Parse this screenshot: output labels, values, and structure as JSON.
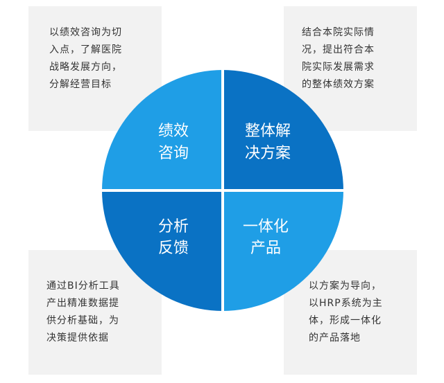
{
  "colors": {
    "card_bg": "#f2f2f2",
    "quadrant_light": "#1f9ee6",
    "quadrant_dark": "#0a72c4",
    "divider": "#ffffff",
    "text_dark": "#333333",
    "text_light": "#ffffff"
  },
  "quadrants": {
    "top_left": {
      "line1": "绩效",
      "line2": "咨询"
    },
    "top_right": {
      "line1": "整体解",
      "line2": "决方案"
    },
    "bottom_left": {
      "line1": "分析",
      "line2": "反馈"
    },
    "bottom_right": {
      "line1": "一体化",
      "line2": "产品"
    }
  },
  "cards": {
    "top_left": "以绩效咨询为切\n入点，了解医院\n战略发展方向，\n分解经营目标",
    "top_right": "结合本院实际情\n况，提出符合本\n院实际发展需求\n的整体绩效方案",
    "bottom_left": "通过BI分析工具\n产出精准数据提\n供分析基础，为\n决策提供依据",
    "bottom_right": "以方案为导向，\n以HRP系统为主\n体，形成一体化\n的产品落地"
  }
}
